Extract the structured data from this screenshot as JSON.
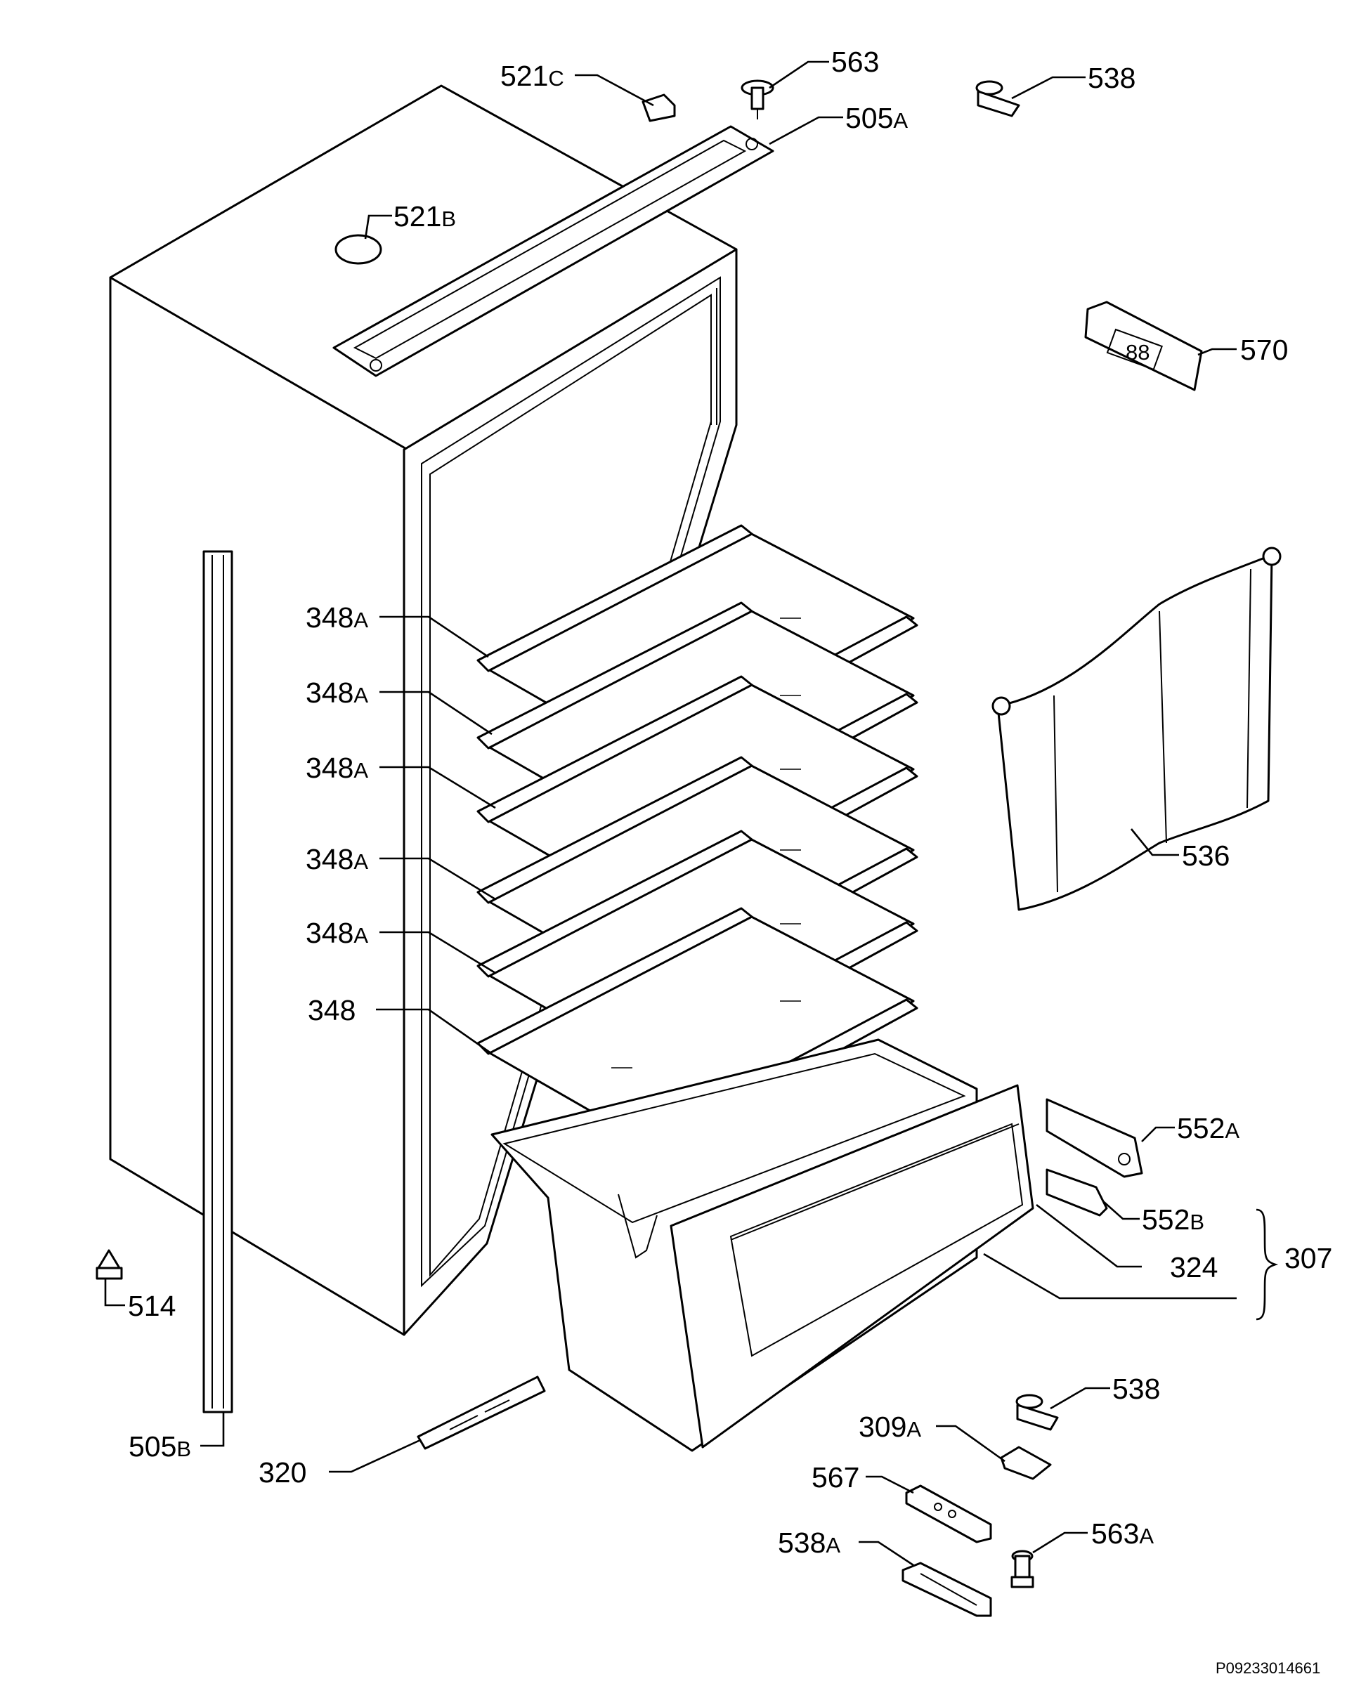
{
  "parts": [
    {
      "id": "521c",
      "number": "521",
      "suffix": "C"
    },
    {
      "id": "563",
      "number": "563",
      "suffix": ""
    },
    {
      "id": "538-top",
      "number": "538",
      "suffix": ""
    },
    {
      "id": "505a",
      "number": "505",
      "suffix": "A"
    },
    {
      "id": "521b",
      "number": "521",
      "suffix": "B"
    },
    {
      "id": "570",
      "number": "570",
      "suffix": ""
    },
    {
      "id": "348a-1",
      "number": "348",
      "suffix": "A"
    },
    {
      "id": "348a-2",
      "number": "348",
      "suffix": "A"
    },
    {
      "id": "348a-3",
      "number": "348",
      "suffix": "A"
    },
    {
      "id": "348a-4",
      "number": "348",
      "suffix": "A"
    },
    {
      "id": "348a-5",
      "number": "348",
      "suffix": "A"
    },
    {
      "id": "348",
      "number": "348",
      "suffix": ""
    },
    {
      "id": "536",
      "number": "536",
      "suffix": ""
    },
    {
      "id": "552a",
      "number": "552",
      "suffix": "A"
    },
    {
      "id": "552b",
      "number": "552",
      "suffix": "B"
    },
    {
      "id": "324",
      "number": "324",
      "suffix": ""
    },
    {
      "id": "307",
      "number": "307",
      "suffix": ""
    },
    {
      "id": "514",
      "number": "514",
      "suffix": ""
    },
    {
      "id": "505b",
      "number": "505",
      "suffix": "B"
    },
    {
      "id": "320",
      "number": "320",
      "suffix": ""
    },
    {
      "id": "538-bottom",
      "number": "538",
      "suffix": ""
    },
    {
      "id": "309a",
      "number": "309",
      "suffix": "A"
    },
    {
      "id": "567",
      "number": "567",
      "suffix": ""
    },
    {
      "id": "538a",
      "number": "538",
      "suffix": "A"
    },
    {
      "id": "563a",
      "number": "563",
      "suffix": "A"
    }
  ],
  "document_id": "P09233014661"
}
